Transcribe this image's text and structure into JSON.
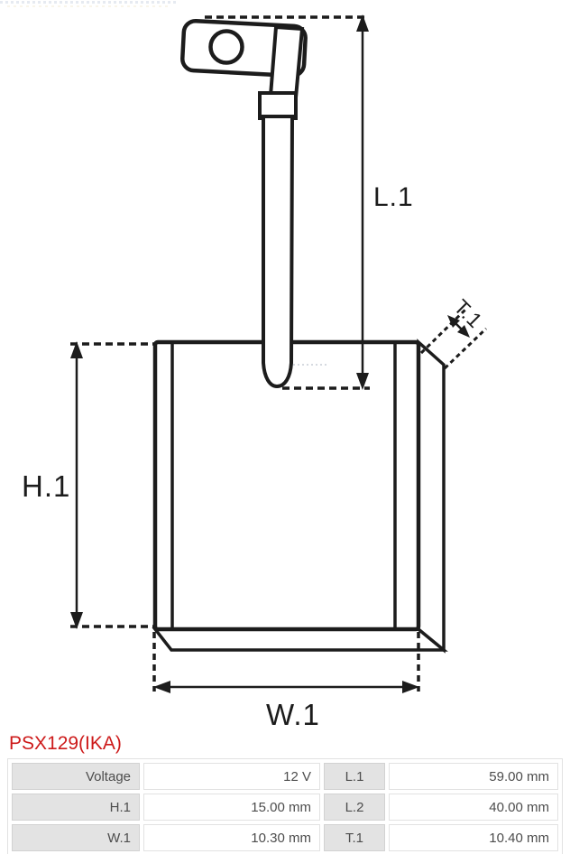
{
  "part": {
    "number": "PSX129(IKA)"
  },
  "diagram": {
    "type": "starter-brush technical dimension drawing",
    "labels": {
      "length": "L.1",
      "height": "H.1",
      "width": "W.1",
      "thickness": "T.1"
    }
  },
  "spec_table": {
    "rows": [
      {
        "label1": "Voltage",
        "value1": "12 V",
        "label2": "L.1",
        "value2": "59.00 mm"
      },
      {
        "label1": "H.1",
        "value1": "15.00 mm",
        "label2": "L.2",
        "value2": "40.00 mm"
      },
      {
        "label1": "W.1",
        "value1": "10.30 mm",
        "label2": "T.1",
        "value2": "10.40 mm"
      }
    ]
  },
  "colors": {
    "line": "#1c1c1c",
    "part_number_red": "#cd1a1a",
    "table_label_bg": "#e3e3e3",
    "table_border": "#d2d2d2",
    "table_text": "#4d4d4d"
  }
}
